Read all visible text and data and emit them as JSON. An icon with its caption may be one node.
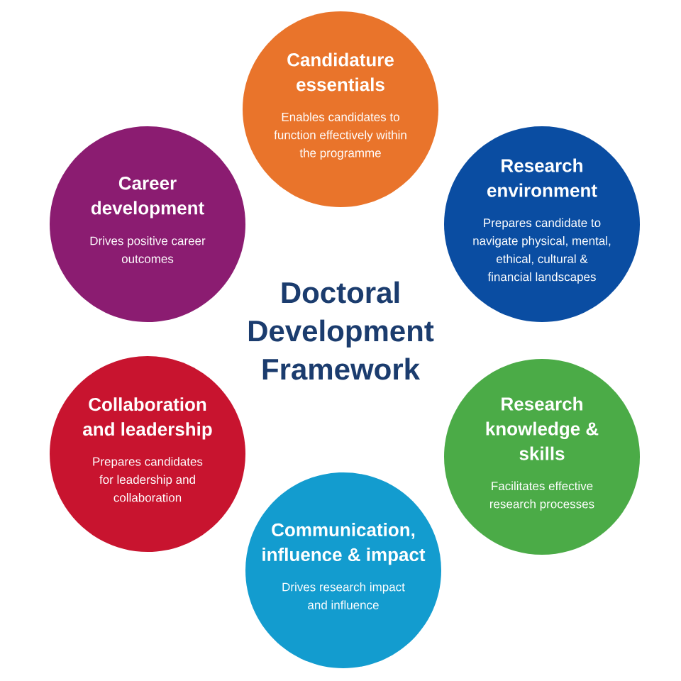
{
  "diagram": {
    "title": "Doctoral Development Framework",
    "nodes": [
      {
        "text": [
          "Candidature essentials",
          "Enables candidates to function effectively within the programme"
        ]
      },
      {
        "text": [
          "Career development",
          "Drives positive career outcomes"
        ]
      },
      {
        "text": [
          "Research environment",
          "Prepares candidate to navigate physical, mental, ethical, cultural & financial landscapes"
        ]
      },
      {
        "text": [
          "Collaboration and leadership",
          "Prepares candidates for leadership and collaboration"
        ]
      },
      {
        "text": [
          "Research knowledge & skills",
          "Facilitates effective research processes"
        ]
      },
      {
        "text": [
          "Communication, influence & impact",
          "Drives research impact and influence"
        ]
      }
    ]
  }
}
